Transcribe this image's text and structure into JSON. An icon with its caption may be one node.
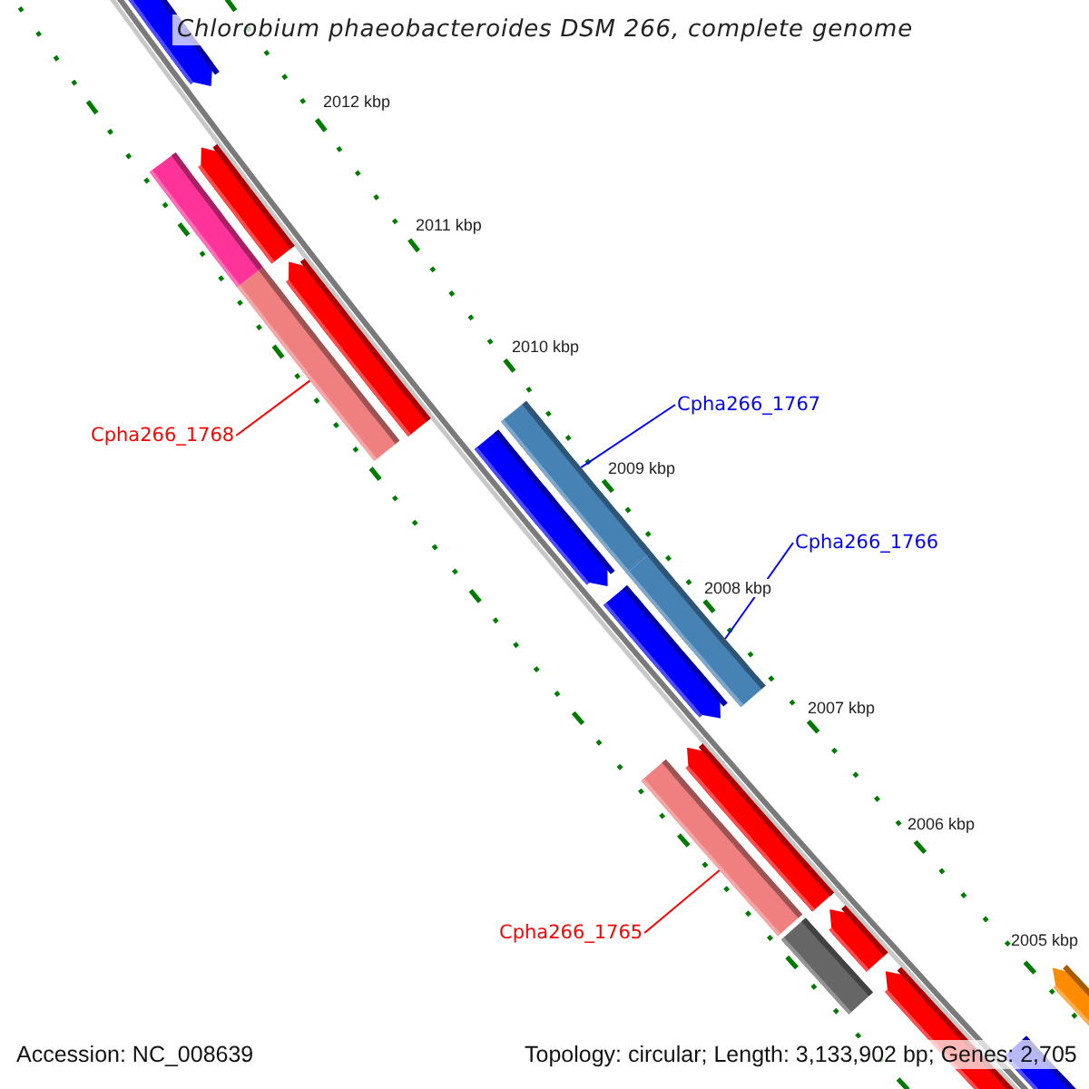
{
  "diagram": {
    "title": "Chlorobium phaeobacteroides DSM 266, complete genome",
    "nodes": [
      {
        "text": [
          "Cpha266_1767"
        ]
      },
      {
        "text": [],
        "shape": "bar"
      },
      {
        "text": [
          "Cpha266_1768"
        ]
      },
      {
        "text": [],
        "shape": "bar"
      },
      {
        "text": [
          "Cpha266_1766"
        ]
      },
      {
        "text": [],
        "shape": "bar"
      },
      {
        "text": [
          "Cpha266_1765"
        ]
      },
      {
        "text": [],
        "shape": "bar"
      }
    ],
    "edges": [
      {
        "from": 0,
        "to": 1,
        "arrow": "none",
        "color": "#0000ff"
      },
      {
        "from": 2,
        "to": 3,
        "arrow": "none",
        "color": "#ff0000"
      },
      {
        "from": 4,
        "to": 5,
        "arrow": "none",
        "color": "#0000ff"
      },
      {
        "from": 6,
        "to": 7,
        "arrow": "none",
        "color": "#ff0000"
      }
    ],
    "labels": [
      "2012 kbp",
      "2011 kbp",
      "2010 kbp",
      "2009 kbp",
      "2008 kbp",
      "2007 kbp",
      "2006 kbp",
      "2005 kbp",
      "Accession: NC_008639",
      "Topology: circular; Length: 3,133,902 bp; Genes: 2,705"
    ]
  }
}
